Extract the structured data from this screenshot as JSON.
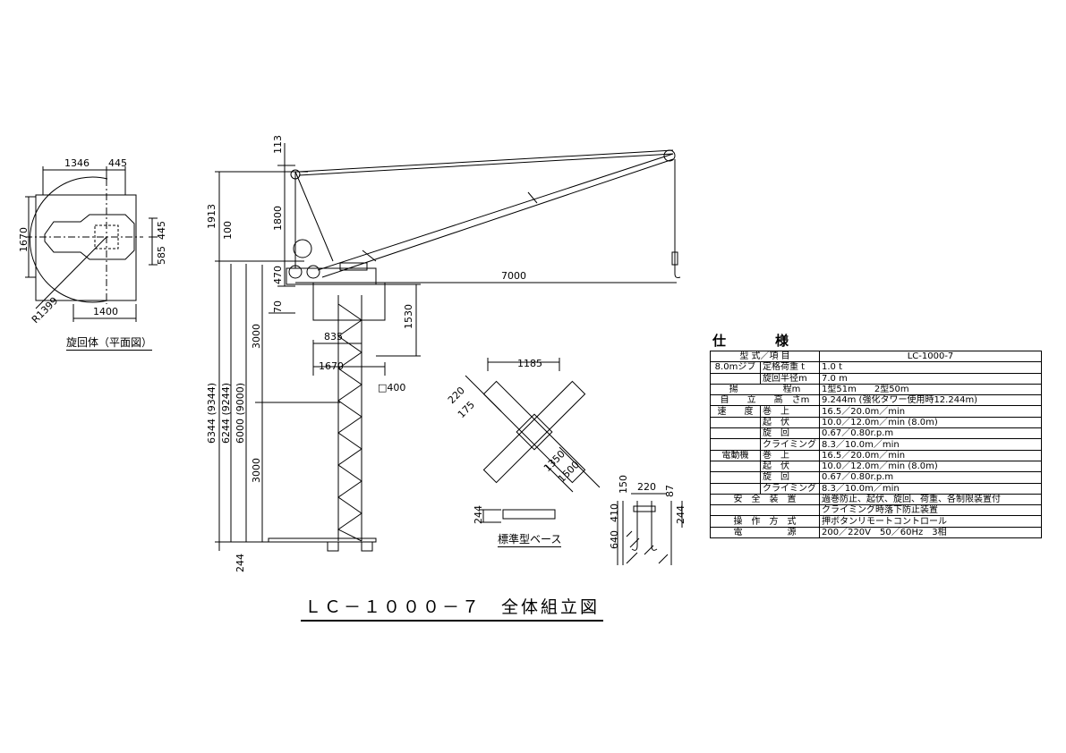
{
  "title": "ＬＣ－１０００－７　全体組立図",
  "plan_view": {
    "caption": "旋回体（平面図）",
    "dims": [
      "1346",
      "445",
      "1670",
      "445",
      "585",
      "1400",
      "R1399"
    ]
  },
  "elevation": {
    "dims": [
      "113",
      "1913",
      "1800",
      "100",
      "470",
      "70",
      "7000",
      "1530",
      "835",
      "1670",
      "□400",
      "3000",
      "3000",
      "6344 (9344)",
      "6244 (9244)",
      "6000 (9000)",
      "244"
    ]
  },
  "base_view": {
    "caption": "標準型ベース",
    "dims": [
      "1185",
      "220",
      "175",
      "1350",
      "1500",
      "244"
    ]
  },
  "anchor_view": {
    "dims": [
      "150",
      "220",
      "87",
      "410",
      "640",
      "244"
    ]
  },
  "spec": {
    "title": "仕　様",
    "rows": [
      {
        "a": "型 式／項 目",
        "b": "",
        "v": "LC-1000-7"
      },
      {
        "a": "8.0mジブ",
        "b": "定格荷重 t",
        "v": "1.0 t"
      },
      {
        "a": "",
        "b": "旋回半径m",
        "v": "7.0 m"
      },
      {
        "a": "揚　　　　　程m",
        "b": "",
        "v": "1型51m　　2型50m"
      },
      {
        "a": "自　　立　　高　さm",
        "b": "",
        "v": "9.244m (強化タワー使用時12.244m)"
      },
      {
        "a": "速　　度",
        "b": "巻　上",
        "v": "16.5／20.0m／min"
      },
      {
        "a": "",
        "b": "起　伏",
        "v": "10.0／12.0m／min (8.0m)"
      },
      {
        "a": "",
        "b": "旋　回",
        "v": "0.67／0.80r.p.m"
      },
      {
        "a": "",
        "b": "クライミング",
        "v": "8.3／10.0m／min"
      },
      {
        "a": "電動機",
        "b": "巻　上",
        "v": "16.5／20.0m／min"
      },
      {
        "a": "",
        "b": "起　伏",
        "v": "10.0／12.0m／min (8.0m)"
      },
      {
        "a": "",
        "b": "旋　回",
        "v": "0.67／0.80r.p.m"
      },
      {
        "a": "",
        "b": "クライミング",
        "v": "8.3／10.0m／min"
      },
      {
        "a": "安　全　装　置",
        "b": "",
        "v": "過巻防止、起伏、旋回、荷重、各制限装置付"
      },
      {
        "a": "",
        "b": "",
        "v": "クライミング時落下防止装置"
      },
      {
        "a": "操　作　方　式",
        "b": "",
        "v": "押ボタンリモートコントロール"
      },
      {
        "a": "電　　　　　源",
        "b": "",
        "v": "200／220V　50／60Hz　3相"
      }
    ]
  }
}
